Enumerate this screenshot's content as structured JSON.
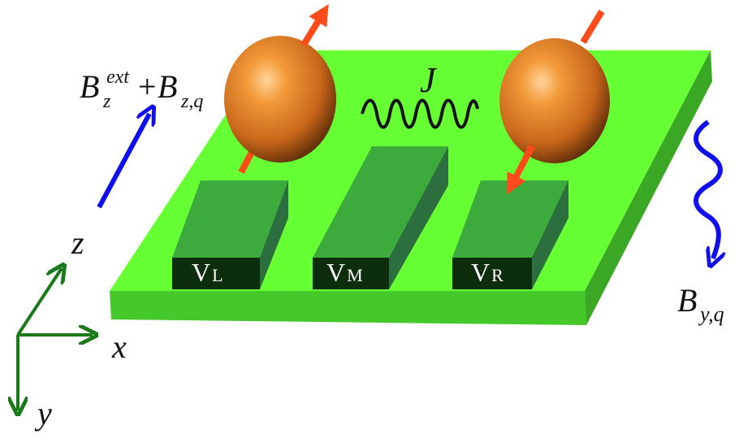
{
  "labels": {
    "b_ext_main": "B",
    "b_ext_sub": "z",
    "b_ext_sup": "ext",
    "b_plus": "+",
    "b_zq_main": "B",
    "b_zq_sub": "z,q",
    "j_label": "J",
    "b_yq_main": "B",
    "b_yq_sub": "y,q",
    "gate_left_main": "V",
    "gate_left_sub": "L",
    "gate_middle_main": "V",
    "gate_middle_sub": "M",
    "gate_right_main": "V",
    "gate_right_sub": "R",
    "axis_z": "z",
    "axis_x": "x",
    "axis_y": "y"
  },
  "colors": {
    "substrate_top": "#66ff33",
    "substrate_front": "#44c82a",
    "substrate_side": "#3aa824",
    "gate_top": "#3daa3d",
    "gate_side": "#2c6e3e",
    "gate_front": "#0d2e0d",
    "gate_text": "#ffffff",
    "electron_orange": "#e07a1a",
    "spin_arrow": "#ff4a1a",
    "field_blue": "#1010ee",
    "axis_green": "#1a7a1a",
    "exchange_black": "#111111"
  },
  "icons": {
    "electron": "sphere",
    "spin_up": "arrow-up-right",
    "spin_down": "arrow-down-left",
    "exchange": "wavy-line",
    "field_static": "arrow-up-right",
    "field_oscillating": "wavy-arrow-down"
  }
}
